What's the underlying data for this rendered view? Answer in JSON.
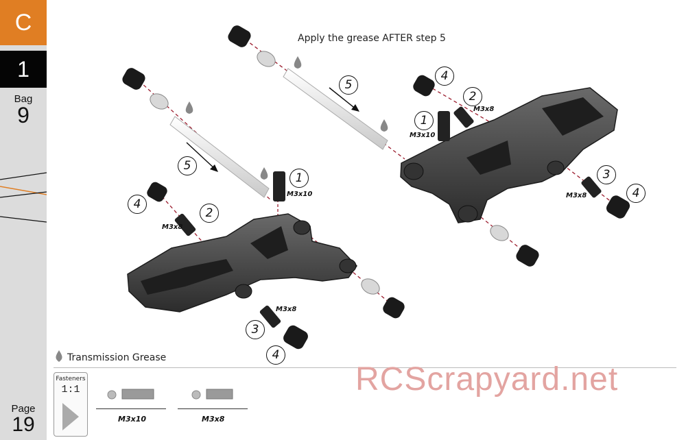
{
  "sidebar": {
    "section": "C",
    "step": "1",
    "bag_label": "Bag",
    "bag_number": "9",
    "page_label": "Page",
    "page_number": "19"
  },
  "instruction_note": "Apply the grease AFTER step 5",
  "legend": {
    "grease_label": "Transmission Grease",
    "grease_icon": "grease-drop-icon"
  },
  "fasteners": {
    "box_title": "Fasteners",
    "scale": "1:1",
    "items": [
      {
        "label": "M3x10"
      },
      {
        "label": "M3x8"
      }
    ]
  },
  "left_assembly": {
    "callouts": [
      "1",
      "2",
      "3",
      "4",
      "4",
      "5"
    ],
    "part_labels": [
      "M3x10",
      "M3x8",
      "M3x8"
    ]
  },
  "right_assembly": {
    "callouts": [
      "1",
      "2",
      "3",
      "4",
      "4",
      "5"
    ],
    "part_labels": [
      "M3x10",
      "M3x8",
      "M3x8"
    ]
  },
  "watermark": "RCScrapyard.net",
  "colors": {
    "section_tab": "#e07e23",
    "step_tab": "#050505",
    "sidebar": "#dcdcdc",
    "axis_line": "#9c1d2e",
    "watermark": "#e3a4a1"
  }
}
